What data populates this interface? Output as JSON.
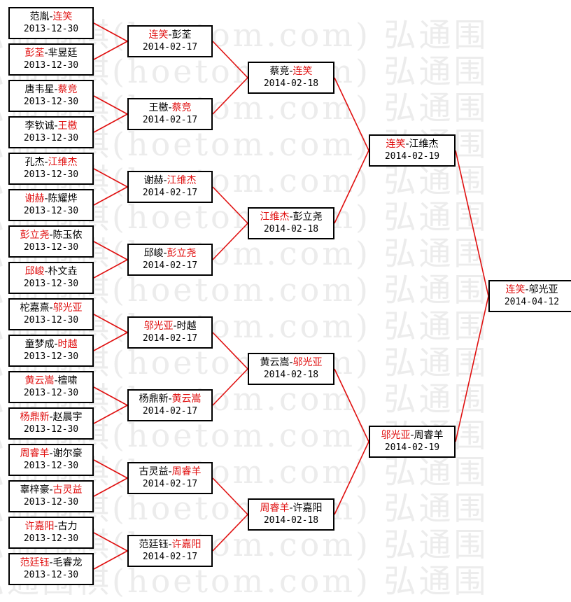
{
  "watermark": "弘通围棋(hoetom.com) 弘通围",
  "colors": {
    "winner": "#e01010",
    "line": "#e01010",
    "text": "#000000"
  },
  "rounds": [
    {
      "name": "round1",
      "matches": [
        {
          "p1": "范胤",
          "p2": "连笑",
          "winner": 2,
          "date": "2013-12-30"
        },
        {
          "p1": "彭荃",
          "p2": "芈昱廷",
          "winner": 1,
          "date": "2013-12-30"
        },
        {
          "p1": "唐韦星",
          "p2": "蔡竞",
          "winner": 2,
          "date": "2013-12-30"
        },
        {
          "p1": "李钦诚",
          "p2": "王檄",
          "winner": 2,
          "date": "2013-12-30"
        },
        {
          "p1": "孔杰",
          "p2": "江维杰",
          "winner": 2,
          "date": "2013-12-30"
        },
        {
          "p1": "谢赫",
          "p2": "陈耀烨",
          "winner": 1,
          "date": "2013-12-30"
        },
        {
          "p1": "彭立尧",
          "p2": "陈玉侬",
          "winner": 1,
          "date": "2013-12-30"
        },
        {
          "p1": "邱峻",
          "p2": "朴文垚",
          "winner": 1,
          "date": "2013-12-30"
        },
        {
          "p1": "柁嘉熹",
          "p2": "邬光亚",
          "winner": 2,
          "date": "2013-12-30"
        },
        {
          "p1": "童梦成",
          "p2": "时越",
          "winner": 2,
          "date": "2013-12-30"
        },
        {
          "p1": "黄云嵩",
          "p2": "檀啸",
          "winner": 1,
          "date": "2013-12-30"
        },
        {
          "p1": "杨鼎新",
          "p2": "赵晨宇",
          "winner": 1,
          "date": "2013-12-30"
        },
        {
          "p1": "周睿羊",
          "p2": "谢尔豪",
          "winner": 1,
          "date": "2013-12-30"
        },
        {
          "p1": "辜梓豪",
          "p2": "古灵益",
          "winner": 2,
          "date": "2013-12-30"
        },
        {
          "p1": "许嘉阳",
          "p2": "古力",
          "winner": 1,
          "date": "2013-12-30"
        },
        {
          "p1": "范廷钰",
          "p2": "毛睿龙",
          "winner": 1,
          "date": "2013-12-30"
        }
      ]
    },
    {
      "name": "round2",
      "matches": [
        {
          "p1": "连笑",
          "p2": "彭荃",
          "winner": 1,
          "date": "2014-02-17"
        },
        {
          "p1": "王檄",
          "p2": "蔡竞",
          "winner": 2,
          "date": "2014-02-17"
        },
        {
          "p1": "谢赫",
          "p2": "江维杰",
          "winner": 2,
          "date": "2014-02-17"
        },
        {
          "p1": "邱峻",
          "p2": "彭立尧",
          "winner": 2,
          "date": "2014-02-17"
        },
        {
          "p1": "邬光亚",
          "p2": "时越",
          "winner": 1,
          "date": "2014-02-17"
        },
        {
          "p1": "杨鼎新",
          "p2": "黄云嵩",
          "winner": 2,
          "date": "2014-02-17"
        },
        {
          "p1": "古灵益",
          "p2": "周睿羊",
          "winner": 2,
          "date": "2014-02-17"
        },
        {
          "p1": "范廷钰",
          "p2": "许嘉阳",
          "winner": 2,
          "date": "2014-02-17"
        }
      ]
    },
    {
      "name": "round3",
      "matches": [
        {
          "p1": "蔡竞",
          "p2": "连笑",
          "winner": 2,
          "date": "2014-02-18"
        },
        {
          "p1": "江维杰",
          "p2": "彭立尧",
          "winner": 1,
          "date": "2014-02-18"
        },
        {
          "p1": "黄云嵩",
          "p2": "邬光亚",
          "winner": 2,
          "date": "2014-02-18"
        },
        {
          "p1": "周睿羊",
          "p2": "许嘉阳",
          "winner": 1,
          "date": "2014-02-18"
        }
      ]
    },
    {
      "name": "semifinal",
      "matches": [
        {
          "p1": "连笑",
          "p2": "江维杰",
          "winner": 1,
          "date": "2014-02-19"
        },
        {
          "p1": "邬光亚",
          "p2": "周睿羊",
          "winner": 1,
          "date": "2014-02-19"
        }
      ]
    },
    {
      "name": "final",
      "matches": [
        {
          "p1": "连笑",
          "p2": "邬光亚",
          "winner": 1,
          "date": "2014-04-12"
        }
      ]
    }
  ]
}
